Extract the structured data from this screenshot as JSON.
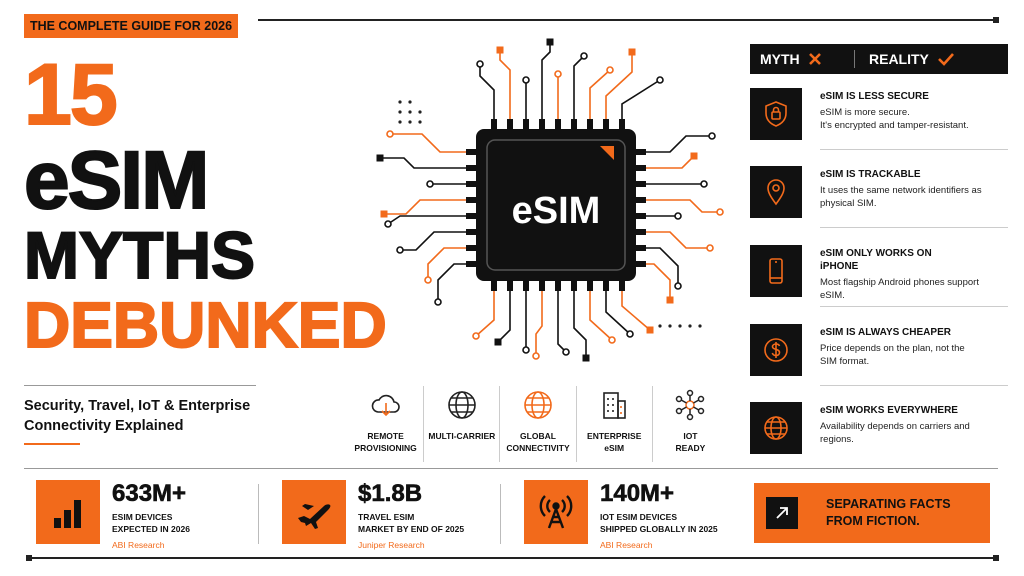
{
  "hero": {
    "kicker": "THE COMPLETE GUIDE FOR 2026",
    "line1": "15",
    "line2": "eSIM",
    "line3": "MYTHS",
    "line4": "DEBUNKED",
    "subtitle": "Security, Travel, IoT & Enterprise Connectivity Explained"
  },
  "chip": {
    "label": "eSIM"
  },
  "features": [
    {
      "label": "REMOTE\nPROVISIONING",
      "icon": "cloud-download-icon"
    },
    {
      "label": "MULTI-CARRIER",
      "icon": "globe-icon"
    },
    {
      "label": "GLOBAL\nCONNECTIVITY",
      "icon": "globe-icon"
    },
    {
      "label": "ENTERPRISE\neSIM",
      "icon": "building-icon"
    },
    {
      "label": "IOT\nREADY",
      "icon": "network-nodes-icon"
    }
  ],
  "myth_reality": {
    "myth_label": "MYTH",
    "reality_label": "REALITY",
    "rows": [
      {
        "title": "eSIM IS LESS SECURE",
        "desc": "eSIM is more secure.\nIt's encrypted and tamper-resistant.",
        "icon": "shield-lock-icon"
      },
      {
        "title": "eSIM IS TRACKABLE",
        "desc": "It uses the same network identifiers as physical SIM.",
        "icon": "location-pin-icon"
      },
      {
        "title": "eSIM ONLY WORKS ON iPHONE",
        "desc": "Most flagship Android phones support eSIM.",
        "icon": "smartphone-icon"
      },
      {
        "title": "eSIM IS ALWAYS CHEAPER",
        "desc": "Price depends on the plan, not the SIM format.",
        "icon": "dollar-coin-icon"
      },
      {
        "title": "eSIM WORKS EVERYWHERE",
        "desc": "Availability depends on carriers and regions.",
        "icon": "globe-icon"
      }
    ]
  },
  "stats": [
    {
      "value": "633M+",
      "desc": "ESIM DEVICES\nEXPECTED IN 2026",
      "source": "ABI Research",
      "icon": "bar-chart-icon"
    },
    {
      "value": "$1.8B",
      "desc": "TRAVEL ESIM\nMARKET BY END OF 2025",
      "source": "Juniper Research",
      "icon": "airplane-icon"
    },
    {
      "value": "140M+",
      "desc": "IOT ESIM DEVICES\nSHIPPED GLOBALLY IN 2025",
      "source": "ABI Research",
      "icon": "antenna-icon"
    }
  ],
  "cta": {
    "text": "SEPARATING FACTS\nFROM FICTION."
  },
  "colors": {
    "accent": "#f26a1b",
    "dark": "#111111"
  }
}
